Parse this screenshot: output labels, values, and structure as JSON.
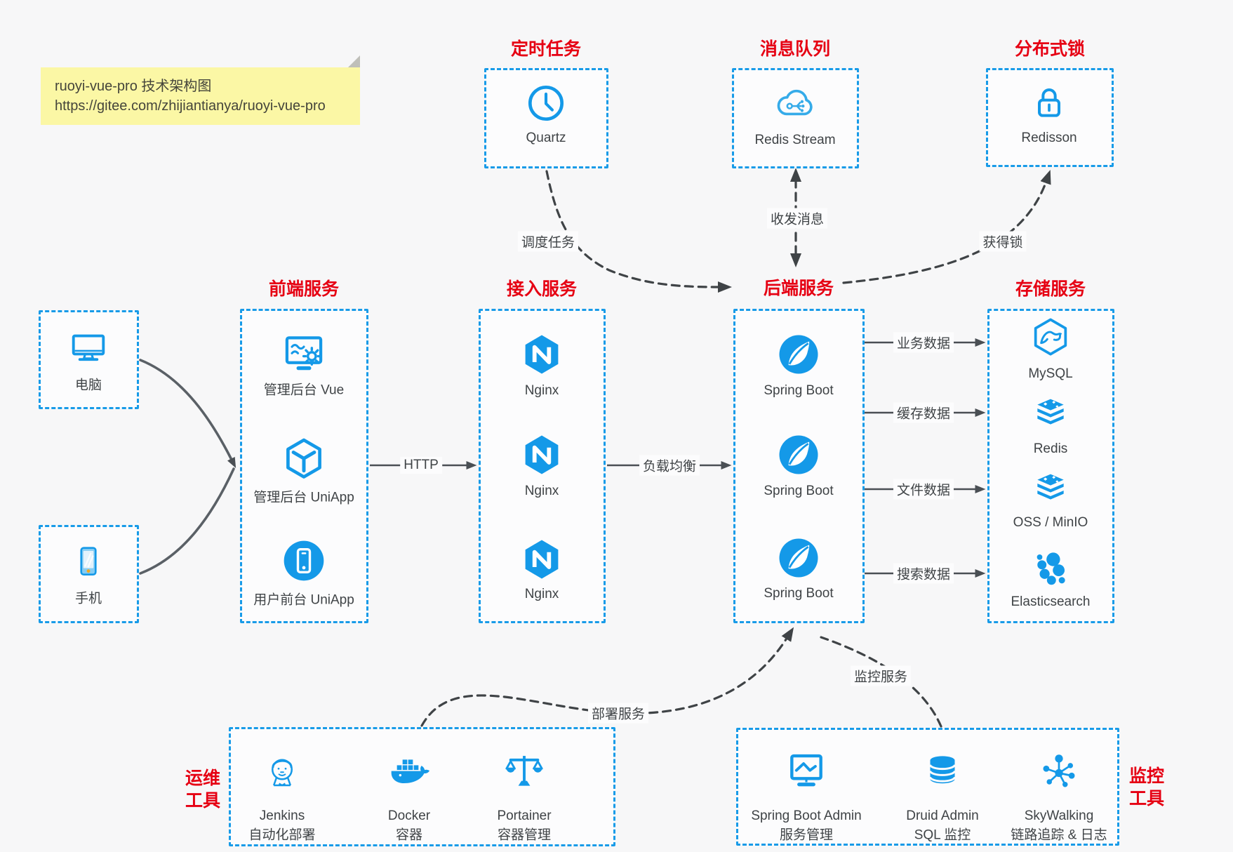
{
  "note": {
    "line1": "ruoyi-vue-pro 技术架构图",
    "line2": "https://gitee.com/zhijiantianya/ruoyi-vue-pro"
  },
  "titles": {
    "scheduler": "定时任务",
    "mq": "消息队列",
    "lock": "分布式锁",
    "frontend": "前端服务",
    "gateway": "接入服务",
    "backend": "后端服务",
    "storage": "存储服务",
    "devops_line1": "运维",
    "devops_line2": "工具",
    "monitor_line1": "监控",
    "monitor_line2": "工具"
  },
  "nodes": {
    "quartz": "Quartz",
    "redis_stream": "Redis Stream",
    "redisson": "Redisson",
    "pc": "电脑",
    "phone": "手机",
    "frontend": [
      "管理后台 Vue",
      "管理后台 UniApp",
      "用户前台 UniApp"
    ],
    "gateway": [
      "Nginx",
      "Nginx",
      "Nginx"
    ],
    "backend": [
      "Spring Boot",
      "Spring Boot",
      "Spring Boot"
    ],
    "storage": [
      "MySQL",
      "Redis",
      "OSS / MinIO",
      "Elasticsearch"
    ],
    "devops": [
      {
        "name": "Jenkins",
        "desc": "自动化部署"
      },
      {
        "name": "Docker",
        "desc": "容器"
      },
      {
        "name": "Portainer",
        "desc": "容器管理"
      }
    ],
    "monitor": [
      {
        "name": "Spring Boot Admin",
        "desc": "服务管理"
      },
      {
        "name": "Druid Admin",
        "desc": "SQL 监控"
      },
      {
        "name": "SkyWalking",
        "desc": "链路追踪 & 日志"
      }
    ]
  },
  "edges": {
    "http": "HTTP",
    "lb": "负载均衡",
    "schedule": "调度任务",
    "message": "收发消息",
    "lock": "获得锁",
    "biz": "业务数据",
    "cache": "缓存数据",
    "file": "文件数据",
    "search": "搜索数据",
    "deploy": "部署服务",
    "monitor": "监控服务"
  },
  "colors": {
    "accent_blue": "#189be8",
    "icon_blue": "#1499e8",
    "accent_red": "#e60013",
    "background": "#f7f7f8",
    "note_background": "#fbf7a5",
    "arrow": "#3f4346"
  }
}
